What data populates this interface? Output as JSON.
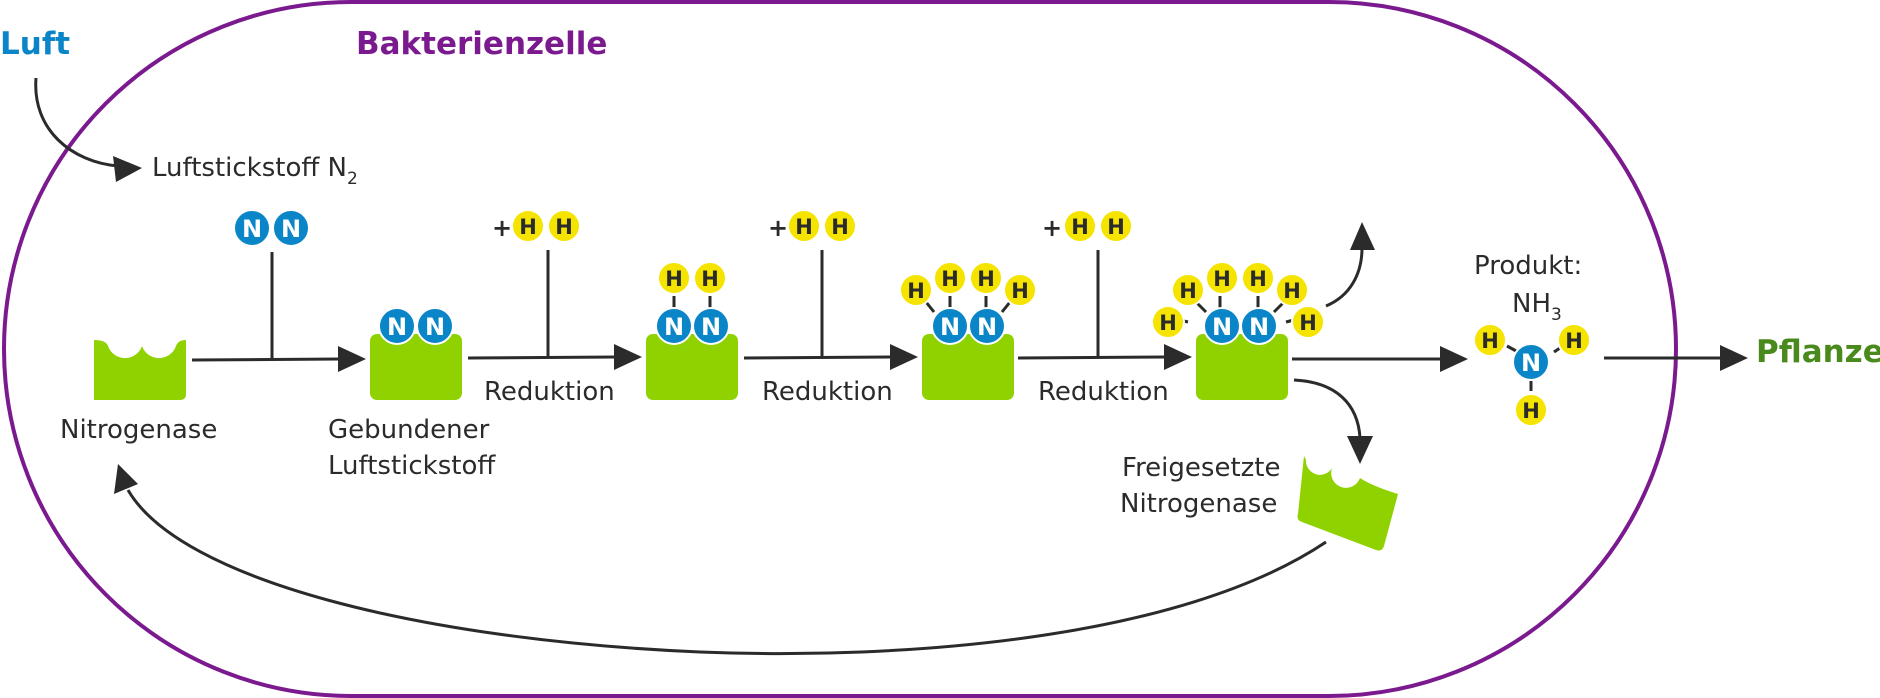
{
  "labels": {
    "air": "Luft",
    "cell": "Bakterienzelle",
    "plant": "Pflanze",
    "air_nitrogen": "Luftstickstoff N",
    "air_nitrogen_sub": "2",
    "nitrogenase": "Nitrogenase",
    "bound_line1": "Gebundener",
    "bound_line2": "Luftstickstoff",
    "reduction1": "Reduktion",
    "reduction2": "Reduktion",
    "reduction3": "Reduktion",
    "released_line1": "Freigesetzte",
    "released_line2": "Nitrogenase",
    "product_line1": "Produkt:",
    "product_formula": "NH",
    "product_sub": "3",
    "plus1": "+",
    "plus2": "+",
    "plus3": "+"
  },
  "atoms": {
    "nitrogen": "N",
    "hydrogen": "H"
  },
  "colors": {
    "air": "#0a86c8",
    "cell": "#7a1a8e",
    "plant": "#4a8a1c",
    "enzyme": "#8fd200",
    "nitrogen_atom": "#0a86c8",
    "hydrogen_atom": "#f5e400",
    "arrow": "#2b2b2b"
  }
}
